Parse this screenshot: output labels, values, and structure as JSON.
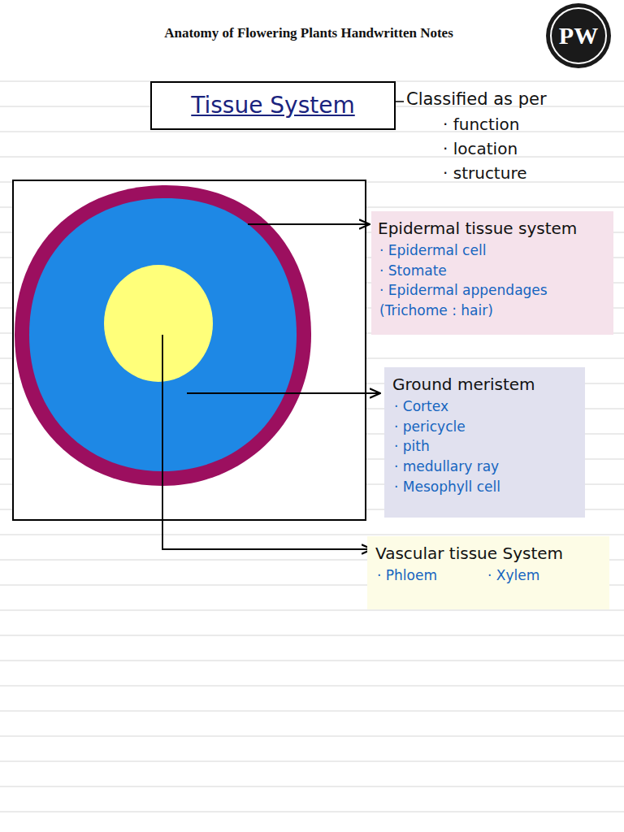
{
  "diagram": {
    "title": "Anatomy of Flowering Plants  Handwritten Notes",
    "nodes": [
      {
        "text": [
          "Tissue System"
        ]
      },
      {
        "text": [
          "Epidermal tissue system",
          "· Epidermal cell",
          "· Stomate",
          "· Epidermal appendages (Trichome : hair)"
        ]
      },
      {
        "text": [
          "Ground meristem",
          "· Cortex",
          "· pericycle",
          "· pith",
          "· medullary ray",
          "· Mesophyll cell"
        ]
      },
      {
        "text": [
          "Vascular tissue System",
          "· Phloem",
          "· Xylem"
        ]
      }
    ],
    "labels": [
      "PW",
      "Classified as per",
      "· function",
      "· location",
      "· structure"
    ]
  }
}
